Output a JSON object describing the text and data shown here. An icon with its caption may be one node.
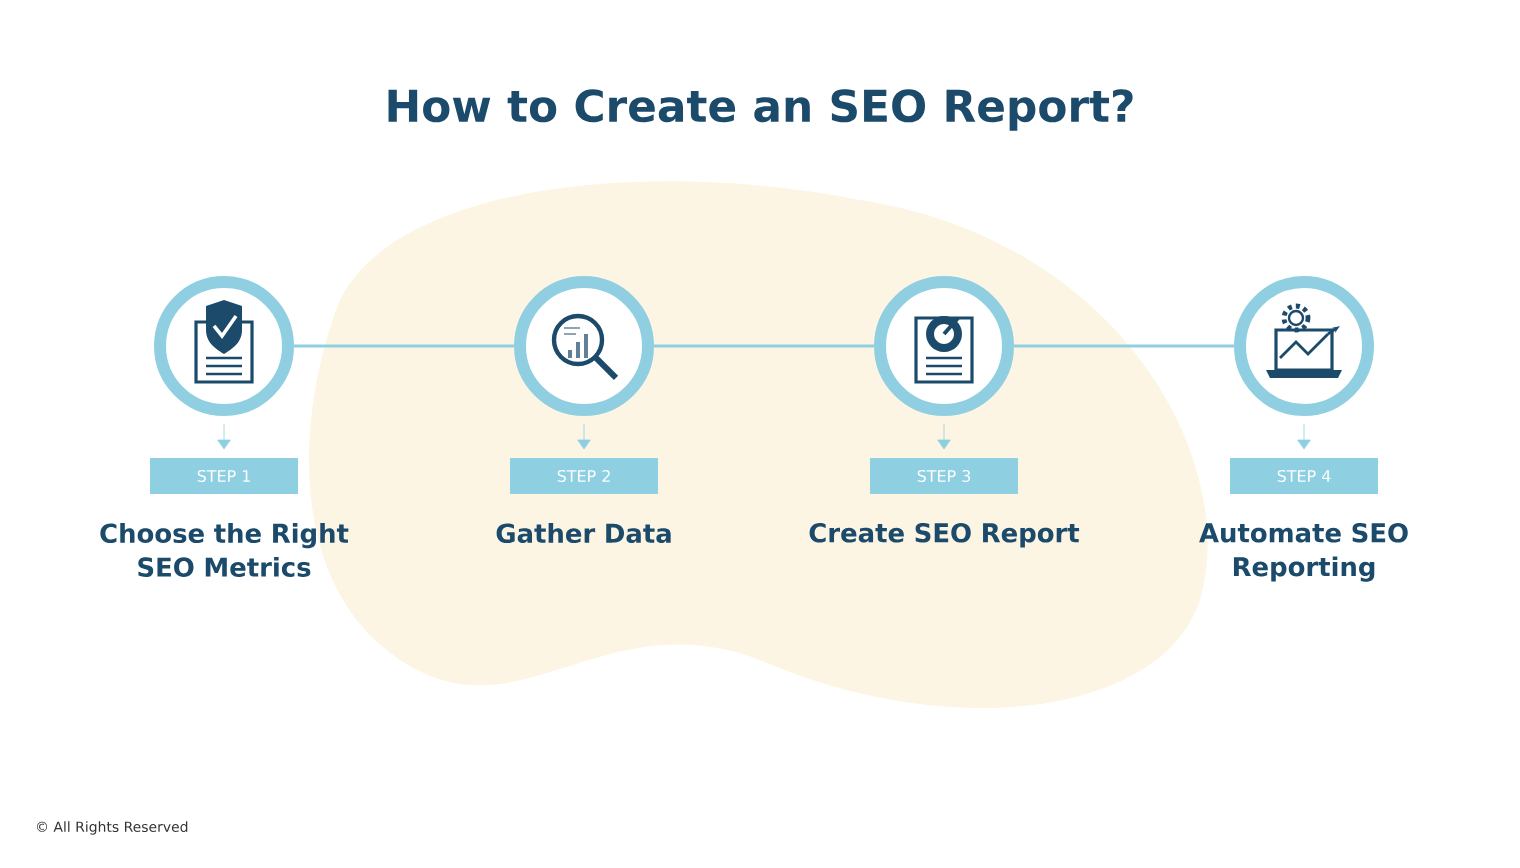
{
  "diagram": {
    "title": "How to Create an SEO Report?",
    "nodes": [
      {
        "text": [],
        "shape": "circle"
      },
      {
        "text": [],
        "shape": "circle"
      },
      {
        "text": [],
        "shape": "circle"
      },
      {
        "text": [],
        "shape": "circle"
      },
      {
        "text": [
          "STEP 1"
        ],
        "beside": [
          "Choose the Right SEO Metrics"
        ]
      },
      {
        "text": [
          "STEP 2"
        ],
        "beside": [
          "Gather Data"
        ]
      },
      {
        "text": [
          "STEP 3"
        ],
        "beside": [
          "Create SEO Report"
        ]
      },
      {
        "text": [
          "STEP 4"
        ],
        "beside": [
          "Automate SEO Reporting"
        ]
      }
    ],
    "edges": [
      {
        "from": 0,
        "to": 1,
        "arrow": "none"
      },
      {
        "from": 1,
        "to": 2,
        "arrow": "none"
      },
      {
        "from": 2,
        "to": 3,
        "arrow": "none"
      },
      {
        "from": 0,
        "to": 4,
        "arrow": "to"
      },
      {
        "from": 1,
        "to": 5,
        "arrow": "to"
      },
      {
        "from": 2,
        "to": 6,
        "arrow": "to"
      },
      {
        "from": 3,
        "to": 7,
        "arrow": "to"
      }
    ],
    "labels": [
      "© All Rights Reserved"
    ]
  }
}
